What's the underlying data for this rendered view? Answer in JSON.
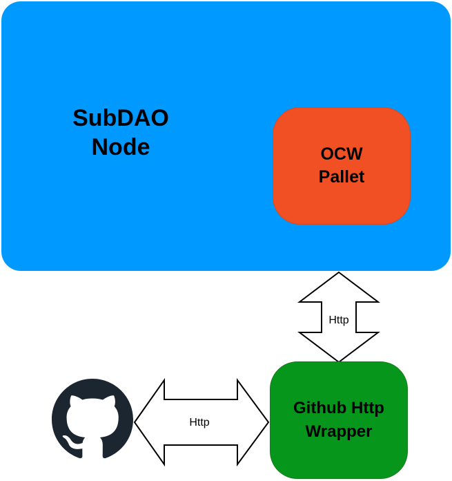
{
  "node": {
    "line1": "SubDAO",
    "line2": "Node"
  },
  "ocw_pallet": {
    "line1": "OCW",
    "line2": "Pallet"
  },
  "wrapper": {
    "line1": "Github Http",
    "line2": "Wrapper"
  },
  "arrows": {
    "vertical_label": "Http",
    "horizontal_label": "Http"
  },
  "colors": {
    "node": "#0099ff",
    "ocw_pallet": "#f05024",
    "wrapper": "#06961c",
    "github_logo": "#1b2631"
  },
  "icons": {
    "github": "github-octocat-icon"
  }
}
